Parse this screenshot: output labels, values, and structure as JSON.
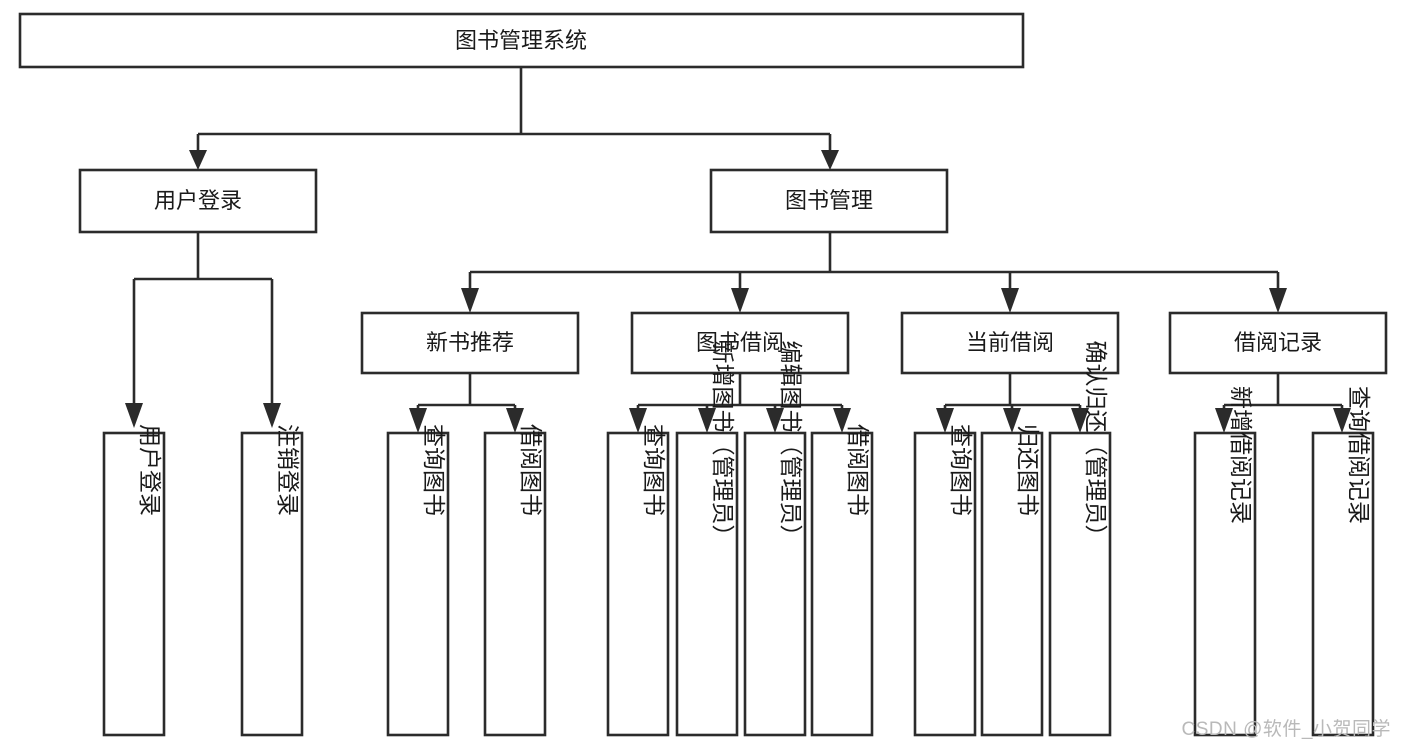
{
  "diagram": {
    "type": "tree-hierarchy-diagram",
    "title": "图书管理系统",
    "watermark": "CSDN @软件_小贺同学",
    "colors": {
      "stroke": "#2b2b2b",
      "fill": "#ffffff",
      "text": "#1a1a1a",
      "watermark": "#b9b9b9"
    },
    "levels": {
      "level0": {
        "label": "图书管理系统",
        "orientation": "horizontal"
      },
      "level1": [
        {
          "label": "用户登录",
          "orientation": "horizontal"
        },
        {
          "label": "图书管理",
          "orientation": "horizontal"
        }
      ],
      "level2": [
        {
          "label": "新书推荐",
          "orientation": "horizontal",
          "parent": "图书管理"
        },
        {
          "label": "图书借阅",
          "orientation": "horizontal",
          "parent": "图书管理"
        },
        {
          "label": "当前借阅",
          "orientation": "horizontal",
          "parent": "图书管理"
        },
        {
          "label": "借阅记录",
          "orientation": "horizontal",
          "parent": "图书管理"
        }
      ],
      "leaves": [
        {
          "label": "用户登录",
          "orientation": "vertical",
          "parent": "用户登录"
        },
        {
          "label": "注销登录",
          "orientation": "vertical",
          "parent": "用户登录"
        },
        {
          "label": "查询图书",
          "orientation": "vertical",
          "parent": "新书推荐"
        },
        {
          "label": "借阅图书",
          "orientation": "vertical",
          "parent": "新书推荐"
        },
        {
          "label": "查询图书",
          "orientation": "vertical",
          "parent": "图书借阅"
        },
        {
          "label": "新增图书（管理员）",
          "orientation": "vertical",
          "parent": "图书借阅"
        },
        {
          "label": "编辑图书（管理员）",
          "orientation": "vertical",
          "parent": "图书借阅"
        },
        {
          "label": "借阅图书",
          "orientation": "vertical",
          "parent": "图书借阅"
        },
        {
          "label": "查询图书",
          "orientation": "vertical",
          "parent": "当前借阅"
        },
        {
          "label": "归还图书",
          "orientation": "vertical",
          "parent": "当前借阅"
        },
        {
          "label": "确认归还（管理员）",
          "orientation": "vertical",
          "parent": "当前借阅"
        },
        {
          "label": "新增借阅记录",
          "orientation": "vertical",
          "parent": "借阅记录"
        },
        {
          "label": "查询借阅记录",
          "orientation": "vertical",
          "parent": "借阅记录"
        }
      ]
    }
  }
}
